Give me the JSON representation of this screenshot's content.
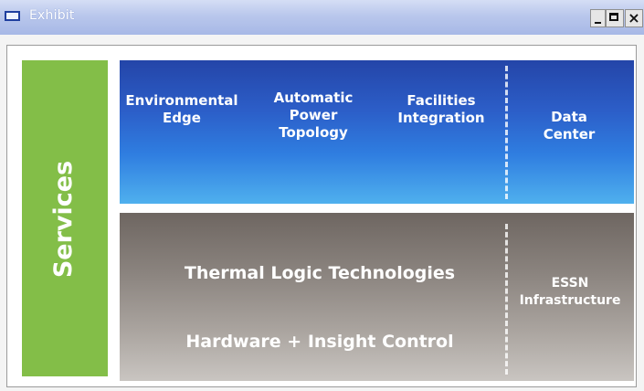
{
  "window": {
    "title": "Exhibit",
    "controls": {
      "minimize": "",
      "maximize": "",
      "close": "×"
    }
  },
  "diagram": {
    "side_label": "Services",
    "top_row": {
      "items": [
        "Environmental\nEdge",
        "Automatic\nPower\nTopology",
        "Facilities\nIntegration"
      ],
      "right": "Data\nCenter"
    },
    "bottom_row": {
      "layers": [
        "Thermal Logic Technologies",
        "Hardware + Insight Control"
      ],
      "right": "ESSN\nInfrastructure"
    }
  },
  "colors": {
    "services": "#83be48",
    "top_band": "#2c5ec8",
    "bottom_band": "#8a837e",
    "titlebar": "#b9c7ec"
  }
}
